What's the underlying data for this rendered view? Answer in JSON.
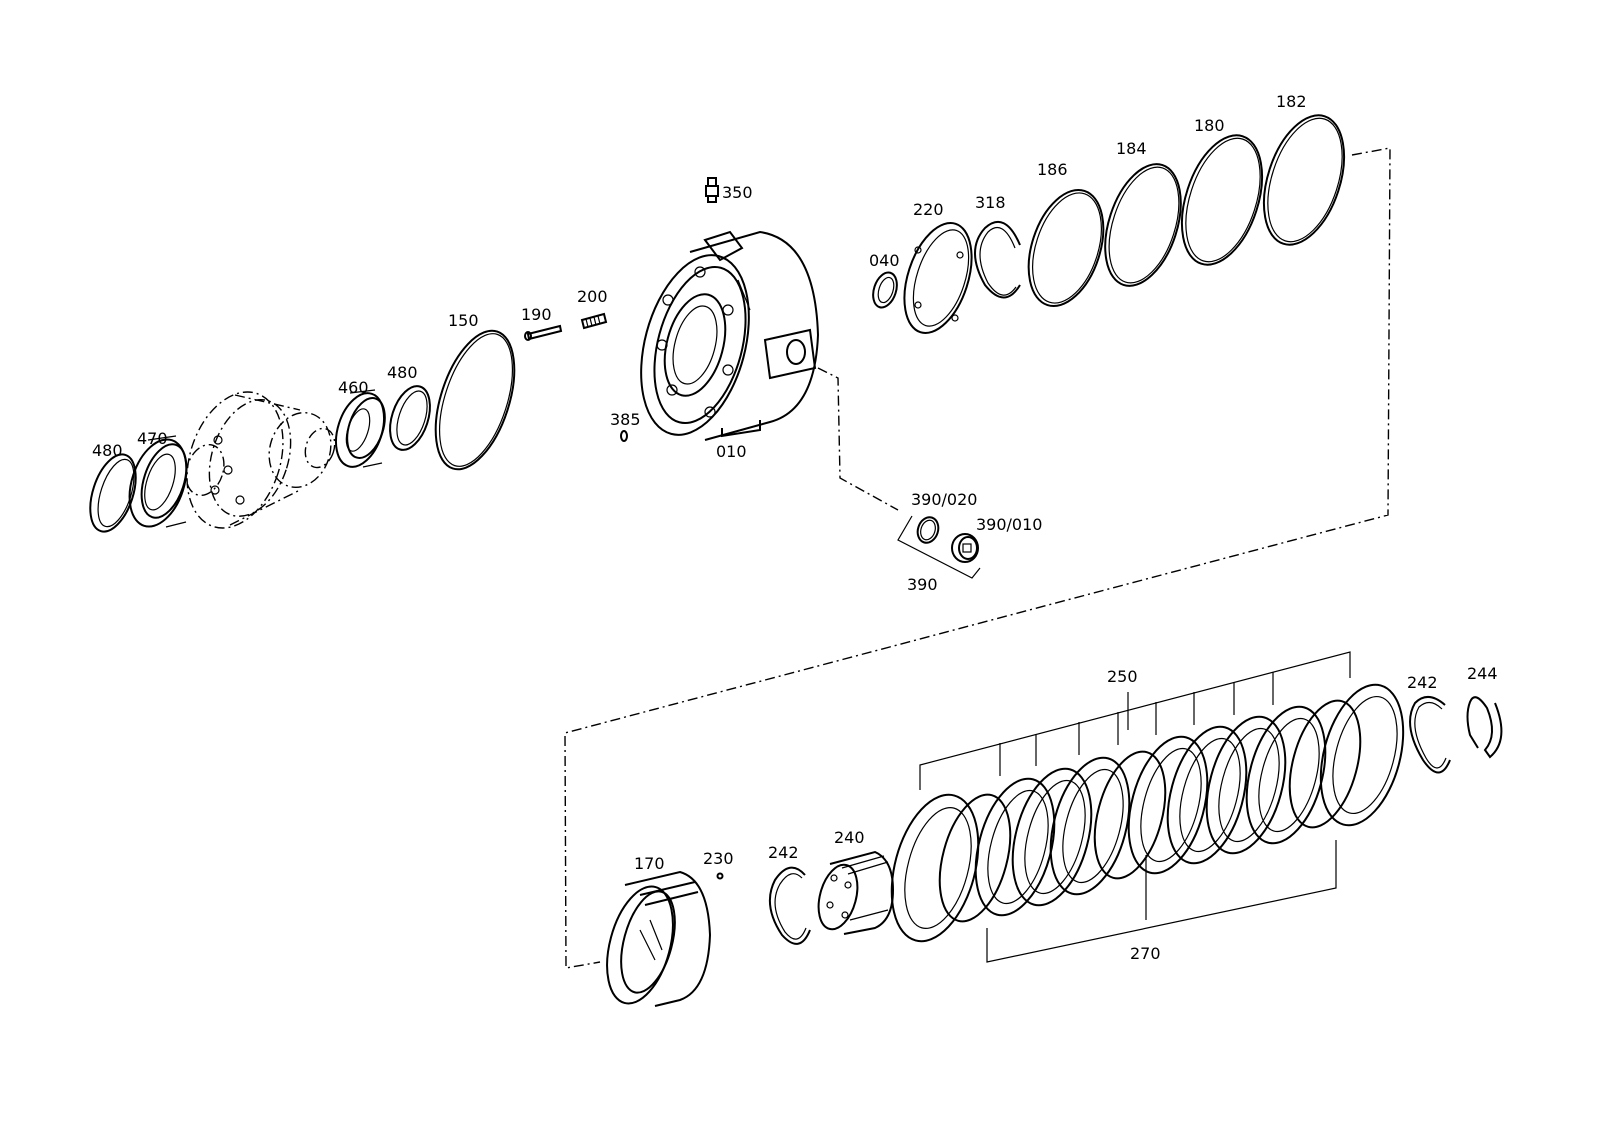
{
  "diagram": {
    "colors": {
      "line": "#000000",
      "background": "#ffffff"
    },
    "callouts": {
      "c480a": "480",
      "c470": "470",
      "c460": "460",
      "c480b": "480",
      "c150": "150",
      "c190": "190",
      "c200": "200",
      "c350": "350",
      "c385": "385",
      "c010": "010",
      "c040": "040",
      "c220": "220",
      "c318": "318",
      "c186": "186",
      "c184": "184",
      "c180": "180",
      "c182": "182",
      "c390_020": "390/020",
      "c390_010": "390/010",
      "c390": "390",
      "c250": "250",
      "c242a": "242",
      "c244": "244",
      "c170": "170",
      "c230": "230",
      "c242b": "242",
      "c240": "240",
      "c270": "270"
    }
  }
}
